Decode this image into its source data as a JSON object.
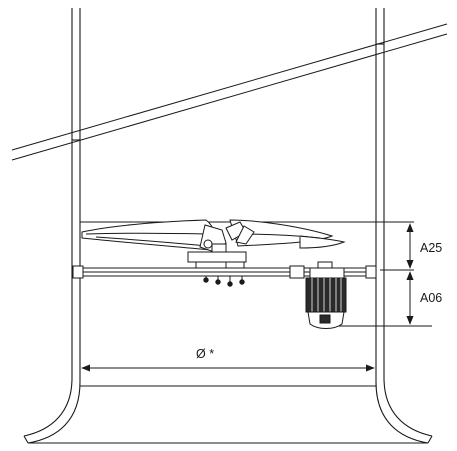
{
  "diagram": {
    "labels": {
      "diameter": "Ø *",
      "upper_dimension": "A25",
      "lower_dimension": "A06"
    },
    "colors": {
      "line": "#1a1a1a",
      "blade_fill": "#ffffff",
      "motor_fill": "#2a2a2a",
      "background": "#ffffff"
    }
  }
}
